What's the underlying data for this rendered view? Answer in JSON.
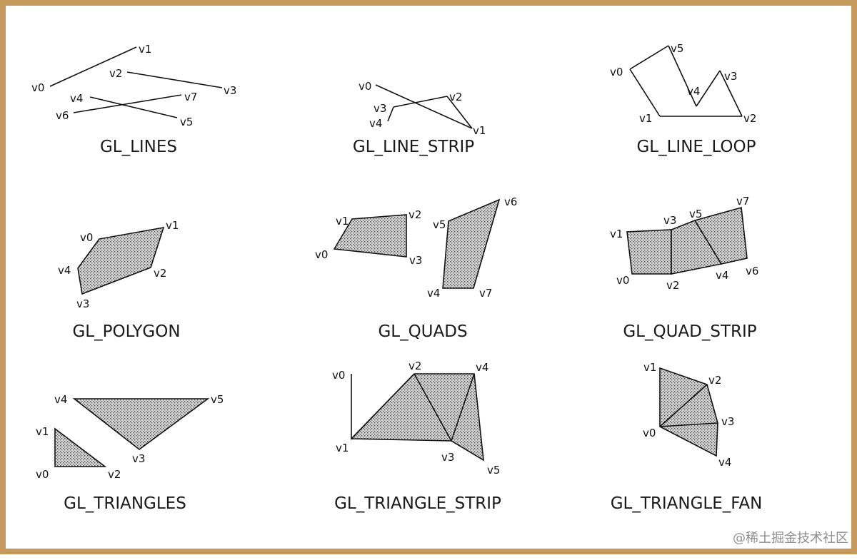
{
  "diagrams": [
    {
      "key": "lines",
      "title": "GL_LINES",
      "vertices": [
        "v0",
        "v1",
        "v2",
        "v3",
        "v4",
        "v5",
        "v6",
        "v7"
      ]
    },
    {
      "key": "line_strip",
      "title": "GL_LINE_STRIP",
      "vertices": [
        "v0",
        "v1",
        "v2",
        "v3",
        "v4"
      ]
    },
    {
      "key": "line_loop",
      "title": "GL_LINE_LOOP",
      "vertices": [
        "v0",
        "v1",
        "v2",
        "v3",
        "v4",
        "v5"
      ]
    },
    {
      "key": "polygon",
      "title": "GL_POLYGON",
      "vertices": [
        "v0",
        "v1",
        "v2",
        "v3",
        "v4"
      ]
    },
    {
      "key": "quads",
      "title": "GL_QUADS",
      "vertices": [
        "v0",
        "v1",
        "v2",
        "v3",
        "v4",
        "v5",
        "v6",
        "v7"
      ]
    },
    {
      "key": "quad_strip",
      "title": "GL_QUAD_STRIP",
      "vertices": [
        "v0",
        "v1",
        "v2",
        "v3",
        "v4",
        "v5",
        "v6",
        "v7"
      ]
    },
    {
      "key": "triangles",
      "title": "GL_TRIANGLES",
      "vertices": [
        "v0",
        "v1",
        "v2",
        "v3",
        "v4",
        "v5"
      ]
    },
    {
      "key": "triangle_strip",
      "title": "GL_TRIANGLE_STRIP",
      "vertices": [
        "v0",
        "v1",
        "v2",
        "v3",
        "v4",
        "v5"
      ]
    },
    {
      "key": "triangle_fan",
      "title": "GL_TRIANGLE_FAN",
      "vertices": [
        "v0",
        "v1",
        "v2",
        "v3",
        "v4"
      ]
    }
  ],
  "watermark": "@稀土掘金技术社区",
  "colors": {
    "border": "#c49a5c",
    "stroke": "#111111",
    "fill_dots": "#555555"
  }
}
